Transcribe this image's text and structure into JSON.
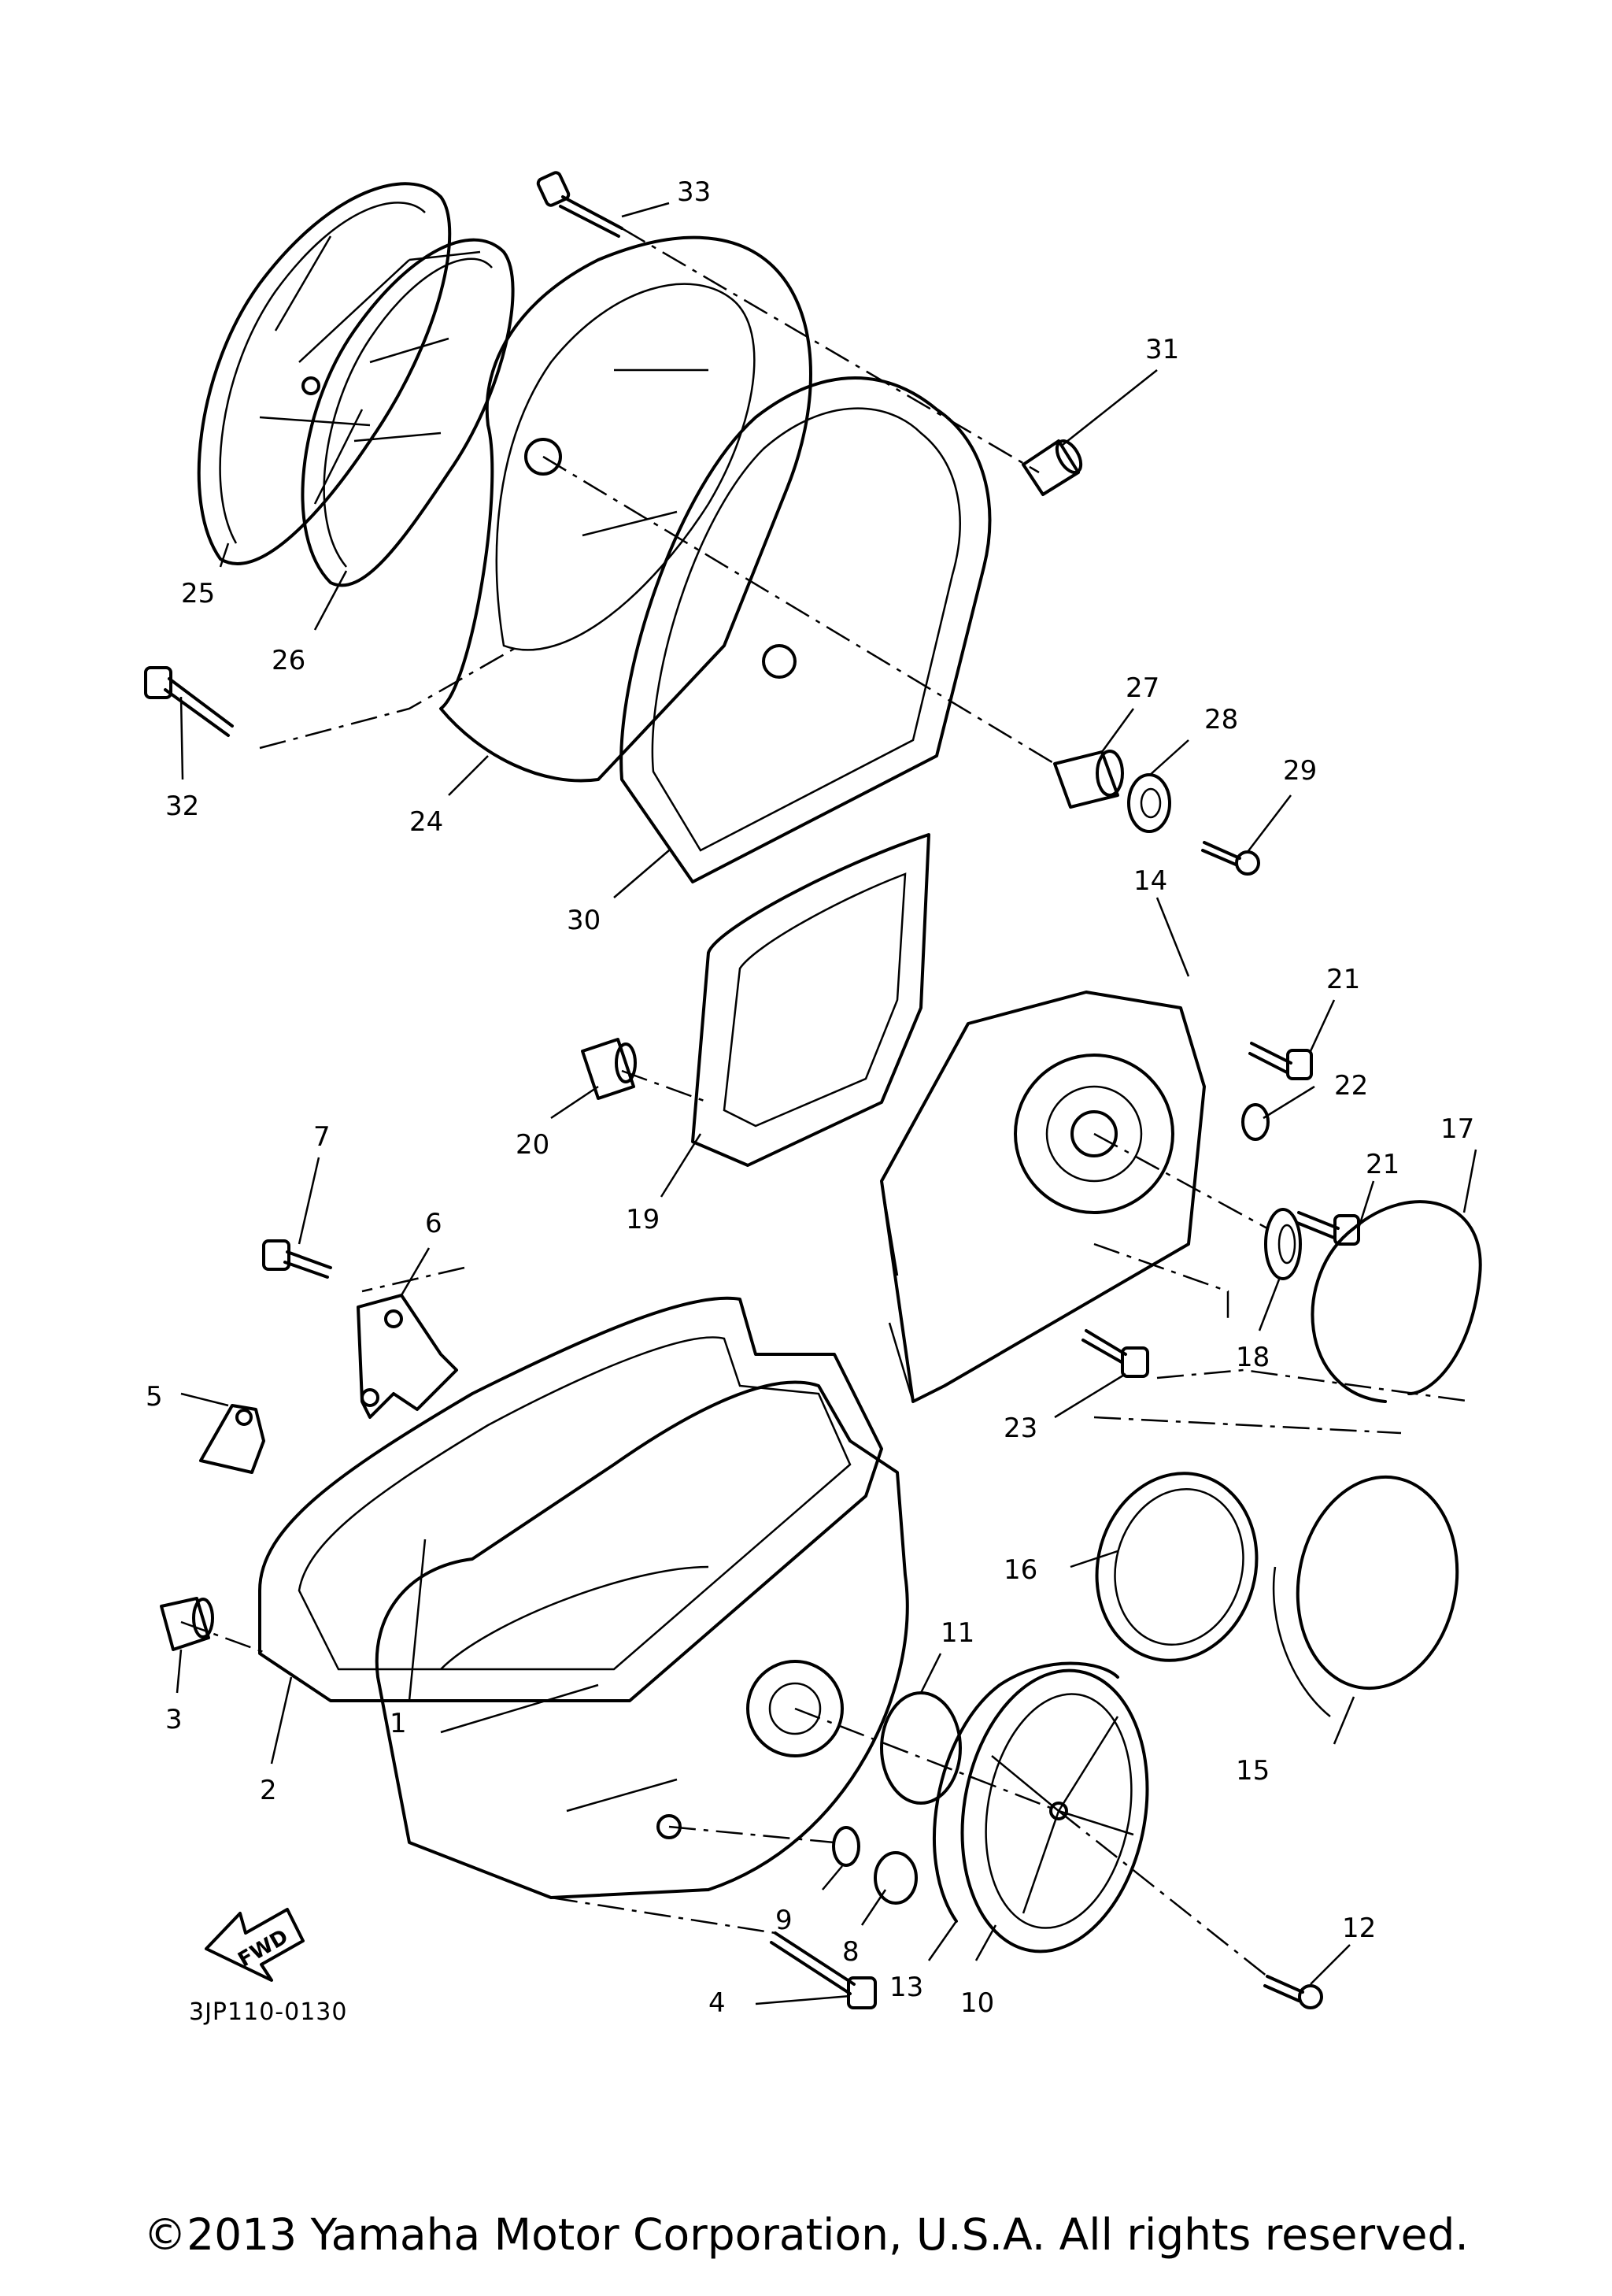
{
  "diagram": {
    "callouts": [
      "1",
      "2",
      "3",
      "4",
      "5",
      "6",
      "7",
      "8",
      "9",
      "10",
      "11",
      "12",
      "13",
      "14",
      "15",
      "16",
      "17",
      "18",
      "19",
      "20",
      "21",
      "21",
      "22",
      "23",
      "24",
      "25",
      "26",
      "27",
      "28",
      "29",
      "30",
      "31",
      "32",
      "33"
    ],
    "fwd_label": "FWD",
    "ref_code": "3JP110-0130"
  },
  "footer": {
    "copyright": "©2013 Yamaha Motor Corporation, U.S.A. All rights reserved."
  }
}
